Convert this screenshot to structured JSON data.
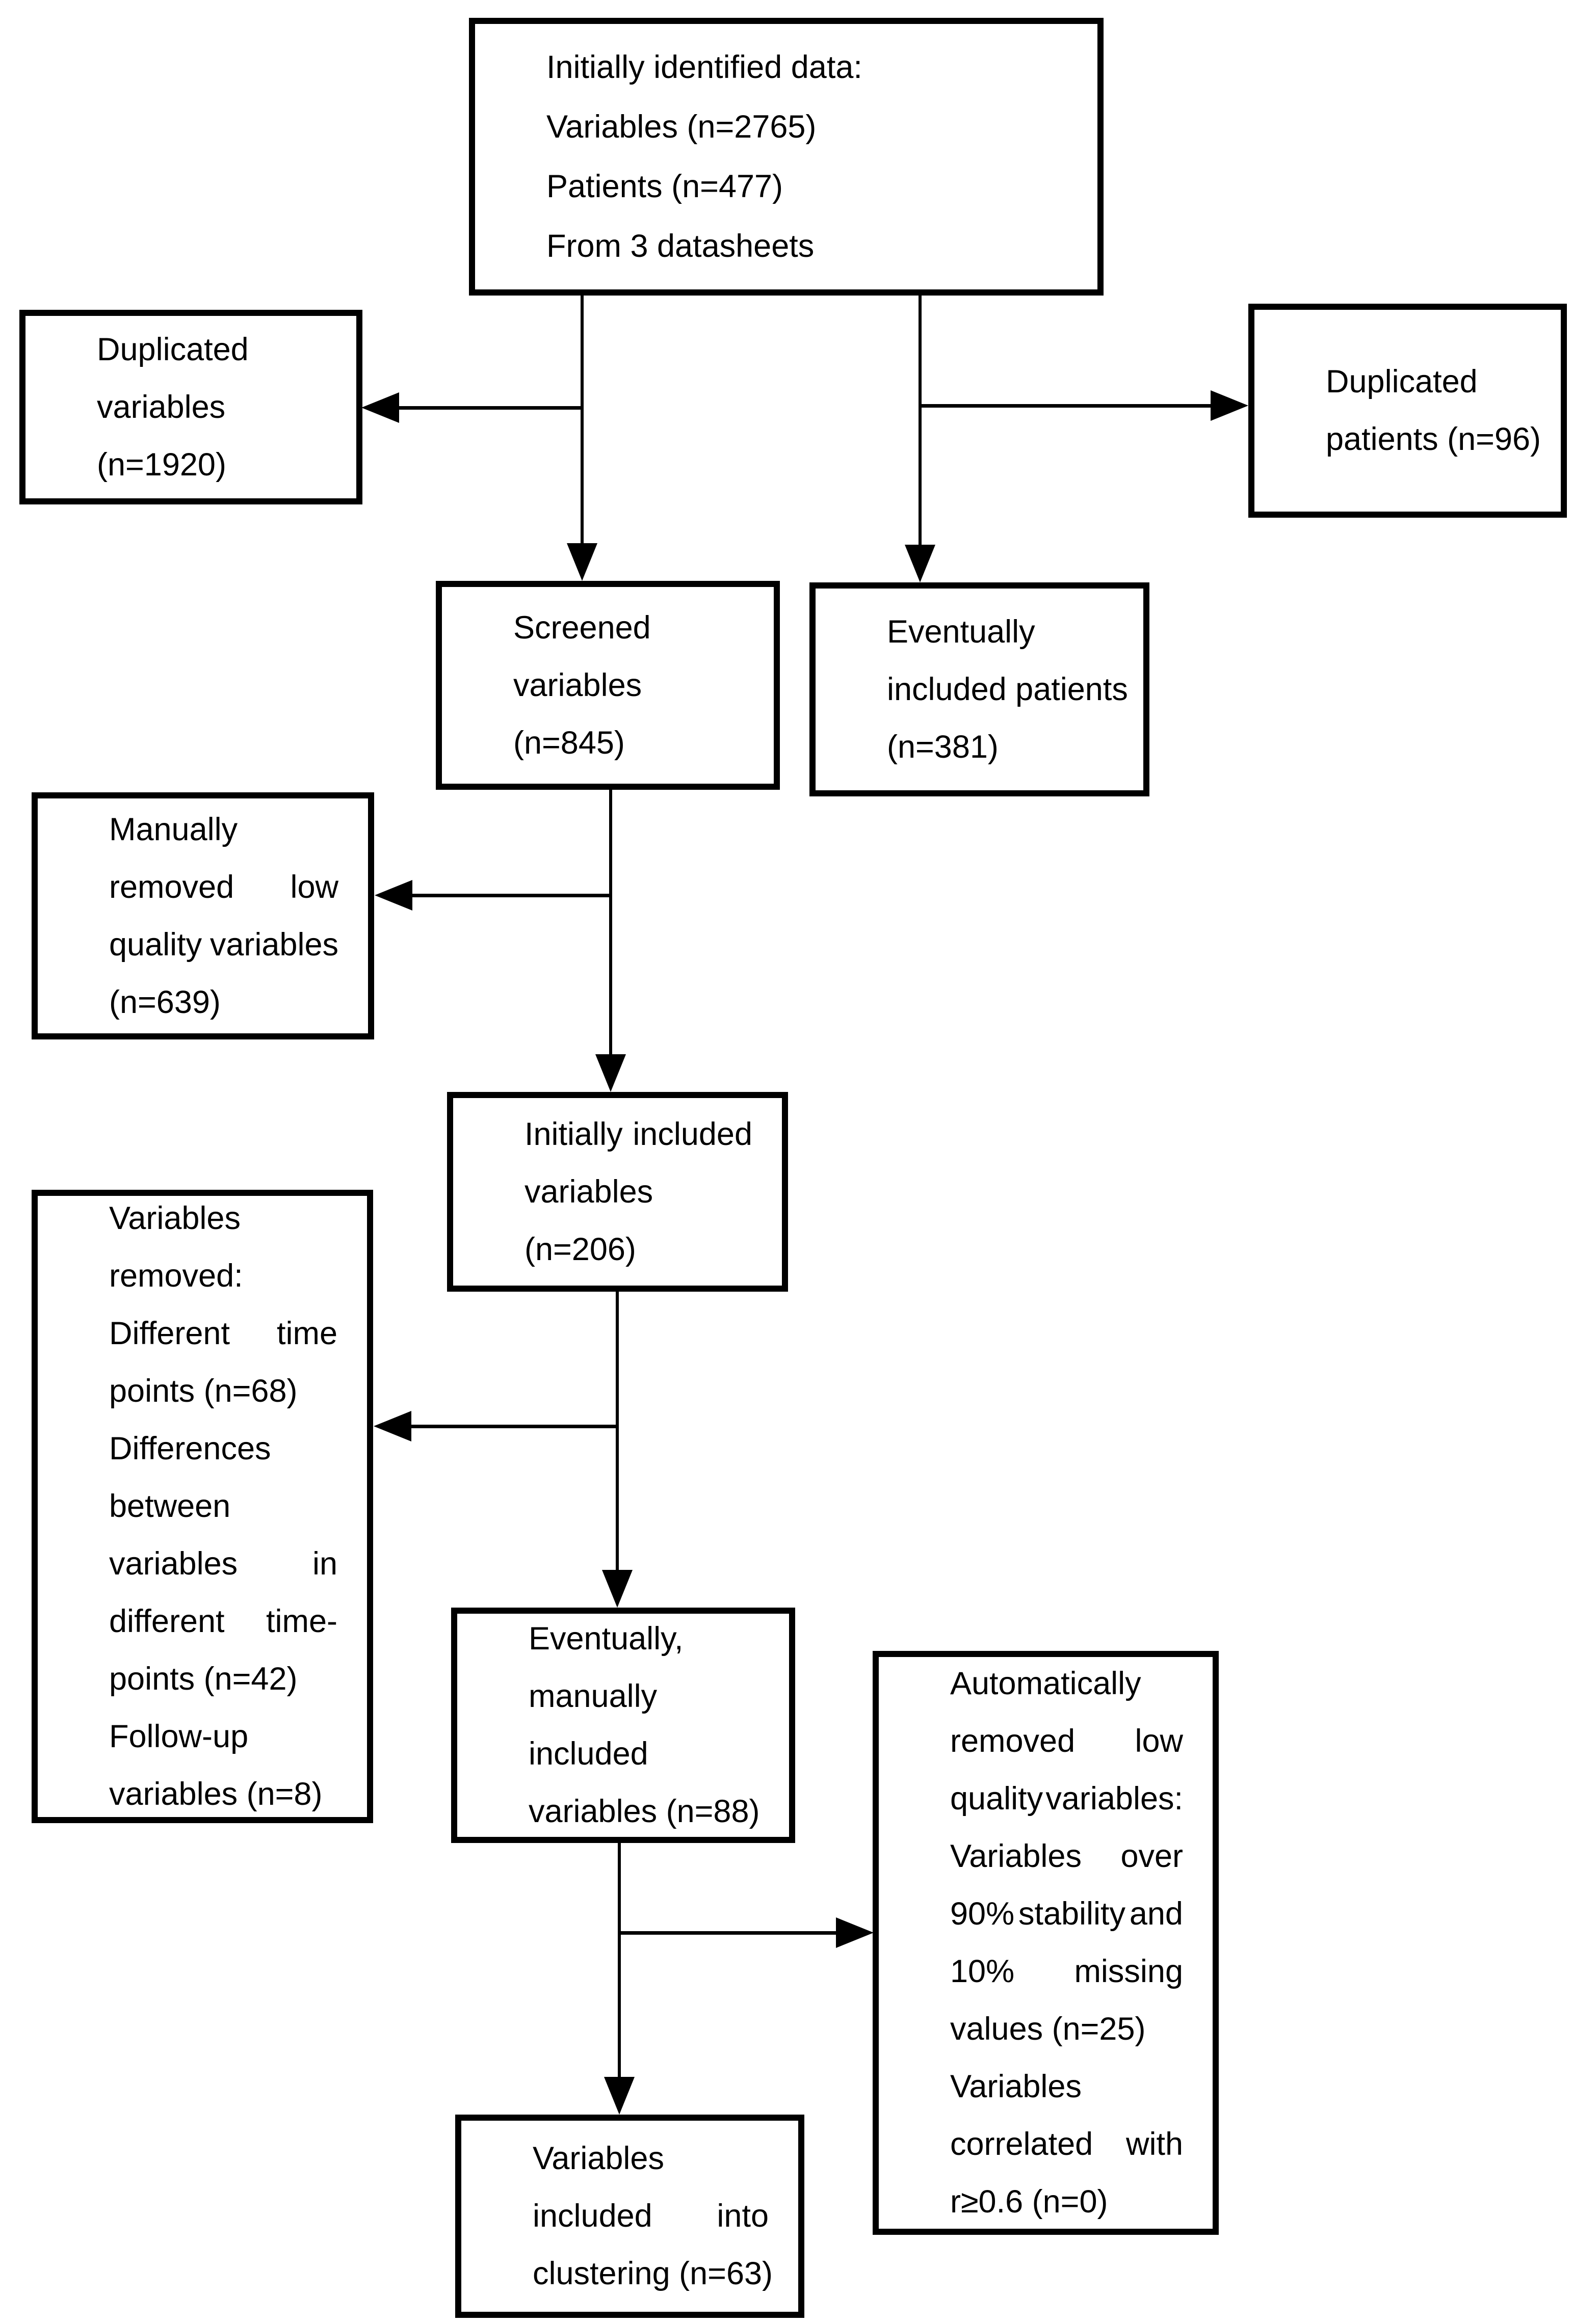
{
  "colors": {
    "background": "#ffffff",
    "line": "#000000",
    "text": "#000000"
  },
  "flowchart": {
    "boxes": [
      {
        "id": "initially-identified",
        "name": "initially-identified-data-box",
        "lines": [
          {
            "t": "Initially identified data:"
          },
          {
            "t": "Variables (n=2765)"
          },
          {
            "t": "Patients (n=477)"
          },
          {
            "t": "From 3 datasheets"
          }
        ]
      },
      {
        "id": "duplicated-variables",
        "name": "duplicated-variables-box",
        "lines": [
          {
            "t": "Duplicated"
          },
          {
            "t": "variables"
          },
          {
            "t": "(n=1920)"
          }
        ]
      },
      {
        "id": "duplicated-patients",
        "name": "duplicated-patients-box",
        "lines": [
          {
            "t": "Duplicated"
          },
          {
            "t": "patients (n=96)"
          }
        ]
      },
      {
        "id": "screened-variables",
        "name": "screened-variables-box",
        "lines": [
          {
            "t": "Screened"
          },
          {
            "t": "variables"
          },
          {
            "t": "(n=845)"
          }
        ]
      },
      {
        "id": "eventually-included-patients",
        "name": "eventually-included-patients-box",
        "lines": [
          {
            "t": "Eventually"
          },
          {
            "t": "included patients"
          },
          {
            "t": "(n=381)"
          }
        ]
      },
      {
        "id": "manually-removed",
        "name": "manually-removed-low-quality-box",
        "lines": [
          {
            "t": "Manually"
          },
          {
            "t": "removed low",
            "j": true
          },
          {
            "t": "quality variables",
            "j": true
          },
          {
            "t": "(n=639)"
          }
        ]
      },
      {
        "id": "initially-included",
        "name": "initially-included-variables-box",
        "lines": [
          {
            "t": "Initially included",
            "j": true
          },
          {
            "t": "variables"
          },
          {
            "t": "(n=206)"
          }
        ]
      },
      {
        "id": "variables-removed",
        "name": "variables-removed-box",
        "lines": [
          {
            "t": "Variables"
          },
          {
            "t": "removed:"
          },
          {
            "t": "Different time",
            "j": true
          },
          {
            "t": "points (n=68)"
          },
          {
            "t": "Differences"
          },
          {
            "t": "between"
          },
          {
            "t": "variables in",
            "j": true
          },
          {
            "t": "different time-",
            "j": true
          },
          {
            "t": "points (n=42)"
          },
          {
            "t": "Follow-up"
          },
          {
            "t": "variables (n=8)"
          }
        ]
      },
      {
        "id": "eventually-manually-included",
        "name": "eventually-manually-included-box",
        "lines": [
          {
            "t": "Eventually,"
          },
          {
            "t": "manually"
          },
          {
            "t": "included"
          },
          {
            "t": "variables (n=88)"
          }
        ]
      },
      {
        "id": "automatically-removed",
        "name": "automatically-removed-low-quality-box",
        "lines": [
          {
            "t": "Automatically"
          },
          {
            "t": "removed low",
            "j": true
          },
          {
            "t": "quality variables:",
            "j": true
          },
          {
            "t": "Variables over",
            "j": true
          },
          {
            "t": "90% stability and",
            "j": true
          },
          {
            "t": "10% missing",
            "j": true
          },
          {
            "t": "values (n=25)"
          },
          {
            "t": "Variables"
          },
          {
            "t": "correlated with",
            "j": true
          },
          {
            "t": "r≥0.6 (n=0)"
          }
        ]
      },
      {
        "id": "variables-clustering",
        "name": "variables-included-into-clustering-box",
        "lines": [
          {
            "t": "Variables"
          },
          {
            "t": "included into",
            "j": true
          },
          {
            "t": "clustering (n=63)"
          }
        ]
      }
    ],
    "connectors": [
      {
        "from": "initially-identified",
        "to": "screened-variables",
        "direction": "down"
      },
      {
        "from": "initially-identified",
        "to": "duplicated-variables",
        "direction": "left"
      },
      {
        "from": "initially-identified",
        "to": "eventually-included-patients",
        "direction": "down"
      },
      {
        "from": "initially-identified",
        "to": "duplicated-patients",
        "direction": "right"
      },
      {
        "from": "screened-variables",
        "to": "initially-included",
        "direction": "down"
      },
      {
        "from": "screened-variables",
        "to": "manually-removed",
        "direction": "left"
      },
      {
        "from": "initially-included",
        "to": "eventually-manually-included",
        "direction": "down"
      },
      {
        "from": "initially-included",
        "to": "variables-removed",
        "direction": "left"
      },
      {
        "from": "eventually-manually-included",
        "to": "variables-clustering",
        "direction": "down"
      },
      {
        "from": "eventually-manually-included",
        "to": "automatically-removed",
        "direction": "right"
      }
    ]
  }
}
